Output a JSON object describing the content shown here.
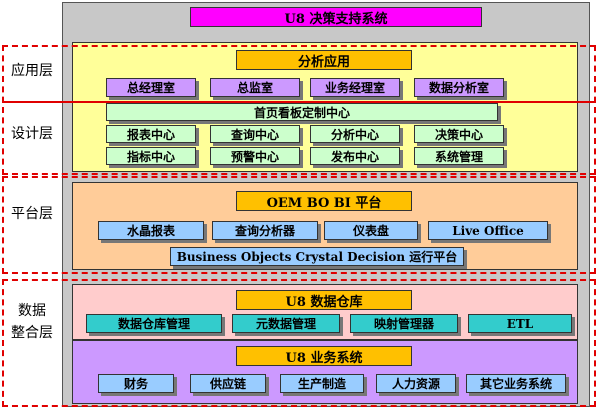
{
  "title": "U8 决策支持系统",
  "layer_labels": {
    "app": "应用层",
    "design": "设计层",
    "platform": "平台层",
    "data_line1": "数据",
    "data_line2": "整合层"
  },
  "analysis": {
    "title": "分析应用",
    "roles": [
      "总经理室",
      "总监室",
      "业务经理室",
      "数据分析室"
    ],
    "dashboard": "首页看板定制中心",
    "centers_row1": [
      "报表中心",
      "查询中心",
      "分析中心",
      "决策中心"
    ],
    "centers_row2": [
      "指标中心",
      "预警中心",
      "发布中心",
      "系统管理"
    ]
  },
  "platform": {
    "title": "OEM BO BI  平台",
    "tools": [
      "水晶报表",
      "查询分析器",
      "仪表盘",
      "Live Office"
    ],
    "runtime": "Business Objects Crystal Decision 运行平台"
  },
  "warehouse": {
    "title": "U8 数据仓库",
    "items": [
      "数据仓库管理",
      "元数据管理",
      "映射管理器",
      "ETL"
    ]
  },
  "business": {
    "title": "U8 业务系统",
    "items": [
      "财务",
      "供应链",
      "生产制造",
      "人力资源",
      "其它业务系统"
    ]
  },
  "colors": {
    "frame": "#c8c8c8",
    "title_magenta": "#ff00ff",
    "gold": "#ffc000",
    "analysis_panel": "#ffff99",
    "role_box": "#cc99ff",
    "center_box": "#ccffcc",
    "platform_panel": "#ffcc99",
    "tool_box": "#99ccff",
    "warehouse_panel": "#ffcccc",
    "warehouse_box": "#33cccc",
    "business_panel": "#cc99ff",
    "business_box": "#99ccff",
    "dashed_red": "#e00000"
  }
}
